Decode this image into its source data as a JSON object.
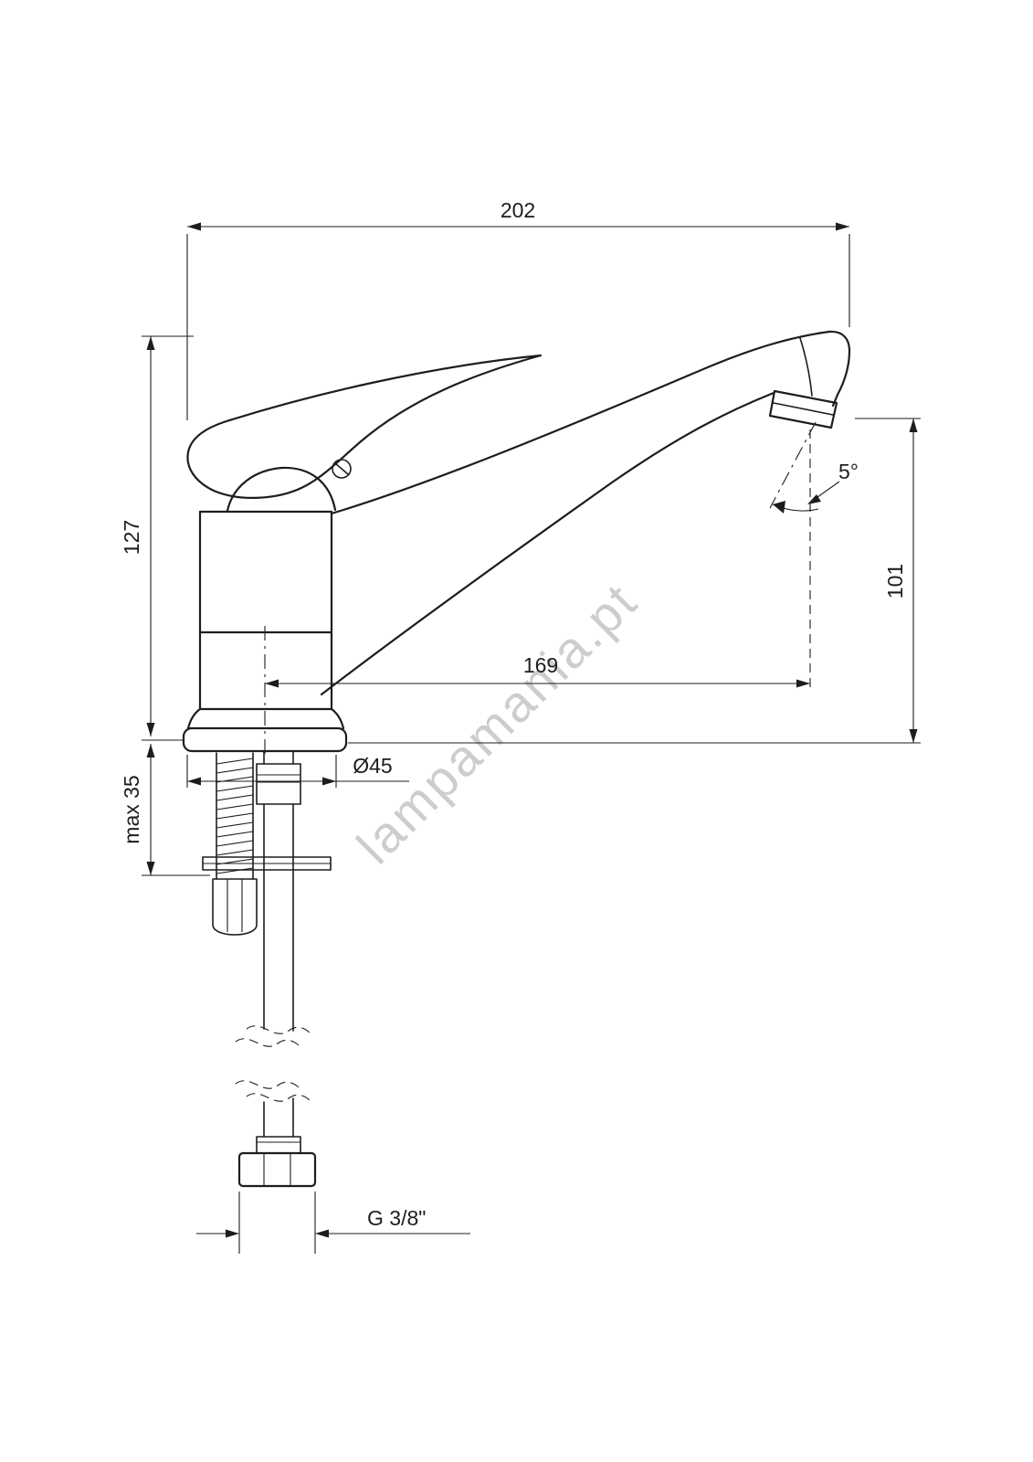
{
  "watermark": {
    "text": "lampamania.pt"
  },
  "dimensions": {
    "total_width": "202",
    "body_height": "127",
    "outlet_height": "101",
    "spout_reach": "169",
    "base_diameter": "Ø45",
    "max_deck_thickness": "max 35",
    "outlet_angle": "5°",
    "connection_thread": "G 3/8\""
  }
}
